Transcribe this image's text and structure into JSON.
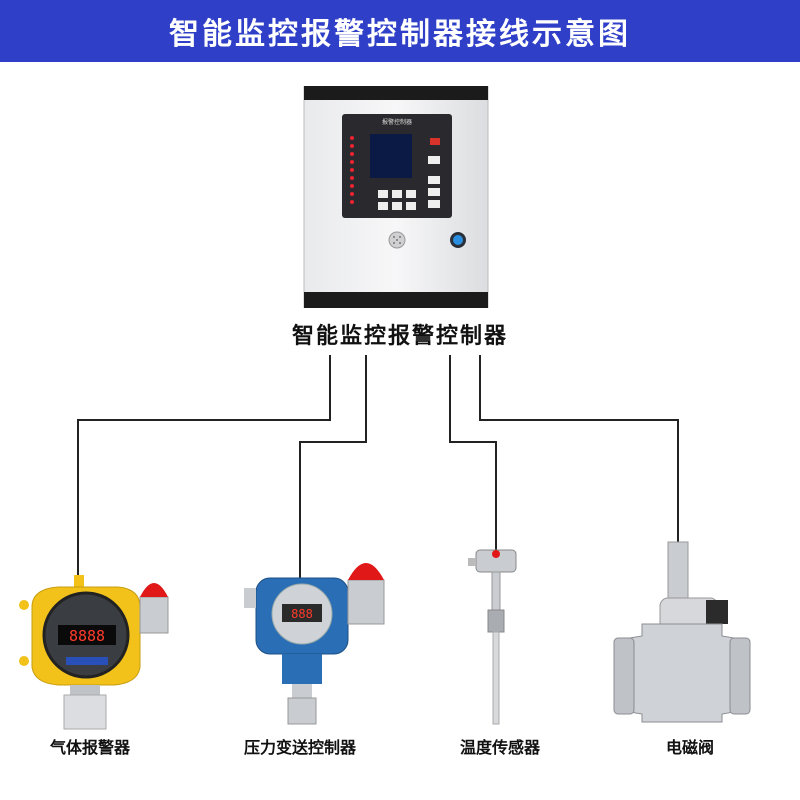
{
  "header": {
    "title": "智能监控报警控制器接线示意图"
  },
  "controller": {
    "label": "智能监控报警控制器",
    "panel_title": "报警控制器"
  },
  "devices": [
    {
      "id": "gas-detector",
      "label": "气体报警器"
    },
    {
      "id": "pressure-transmitter",
      "label": "压力变送控制器"
    },
    {
      "id": "temperature-sensor",
      "label": "温度传感器"
    },
    {
      "id": "solenoid-valve",
      "label": "电磁阀"
    }
  ],
  "colors": {
    "banner": "#2f3fc7",
    "wire": "#222222",
    "beacon_red": "#e01818",
    "gas_yellow": "#f2c21a",
    "pressure_blue": "#2a6fb5",
    "steel": "#c9ccd0"
  }
}
